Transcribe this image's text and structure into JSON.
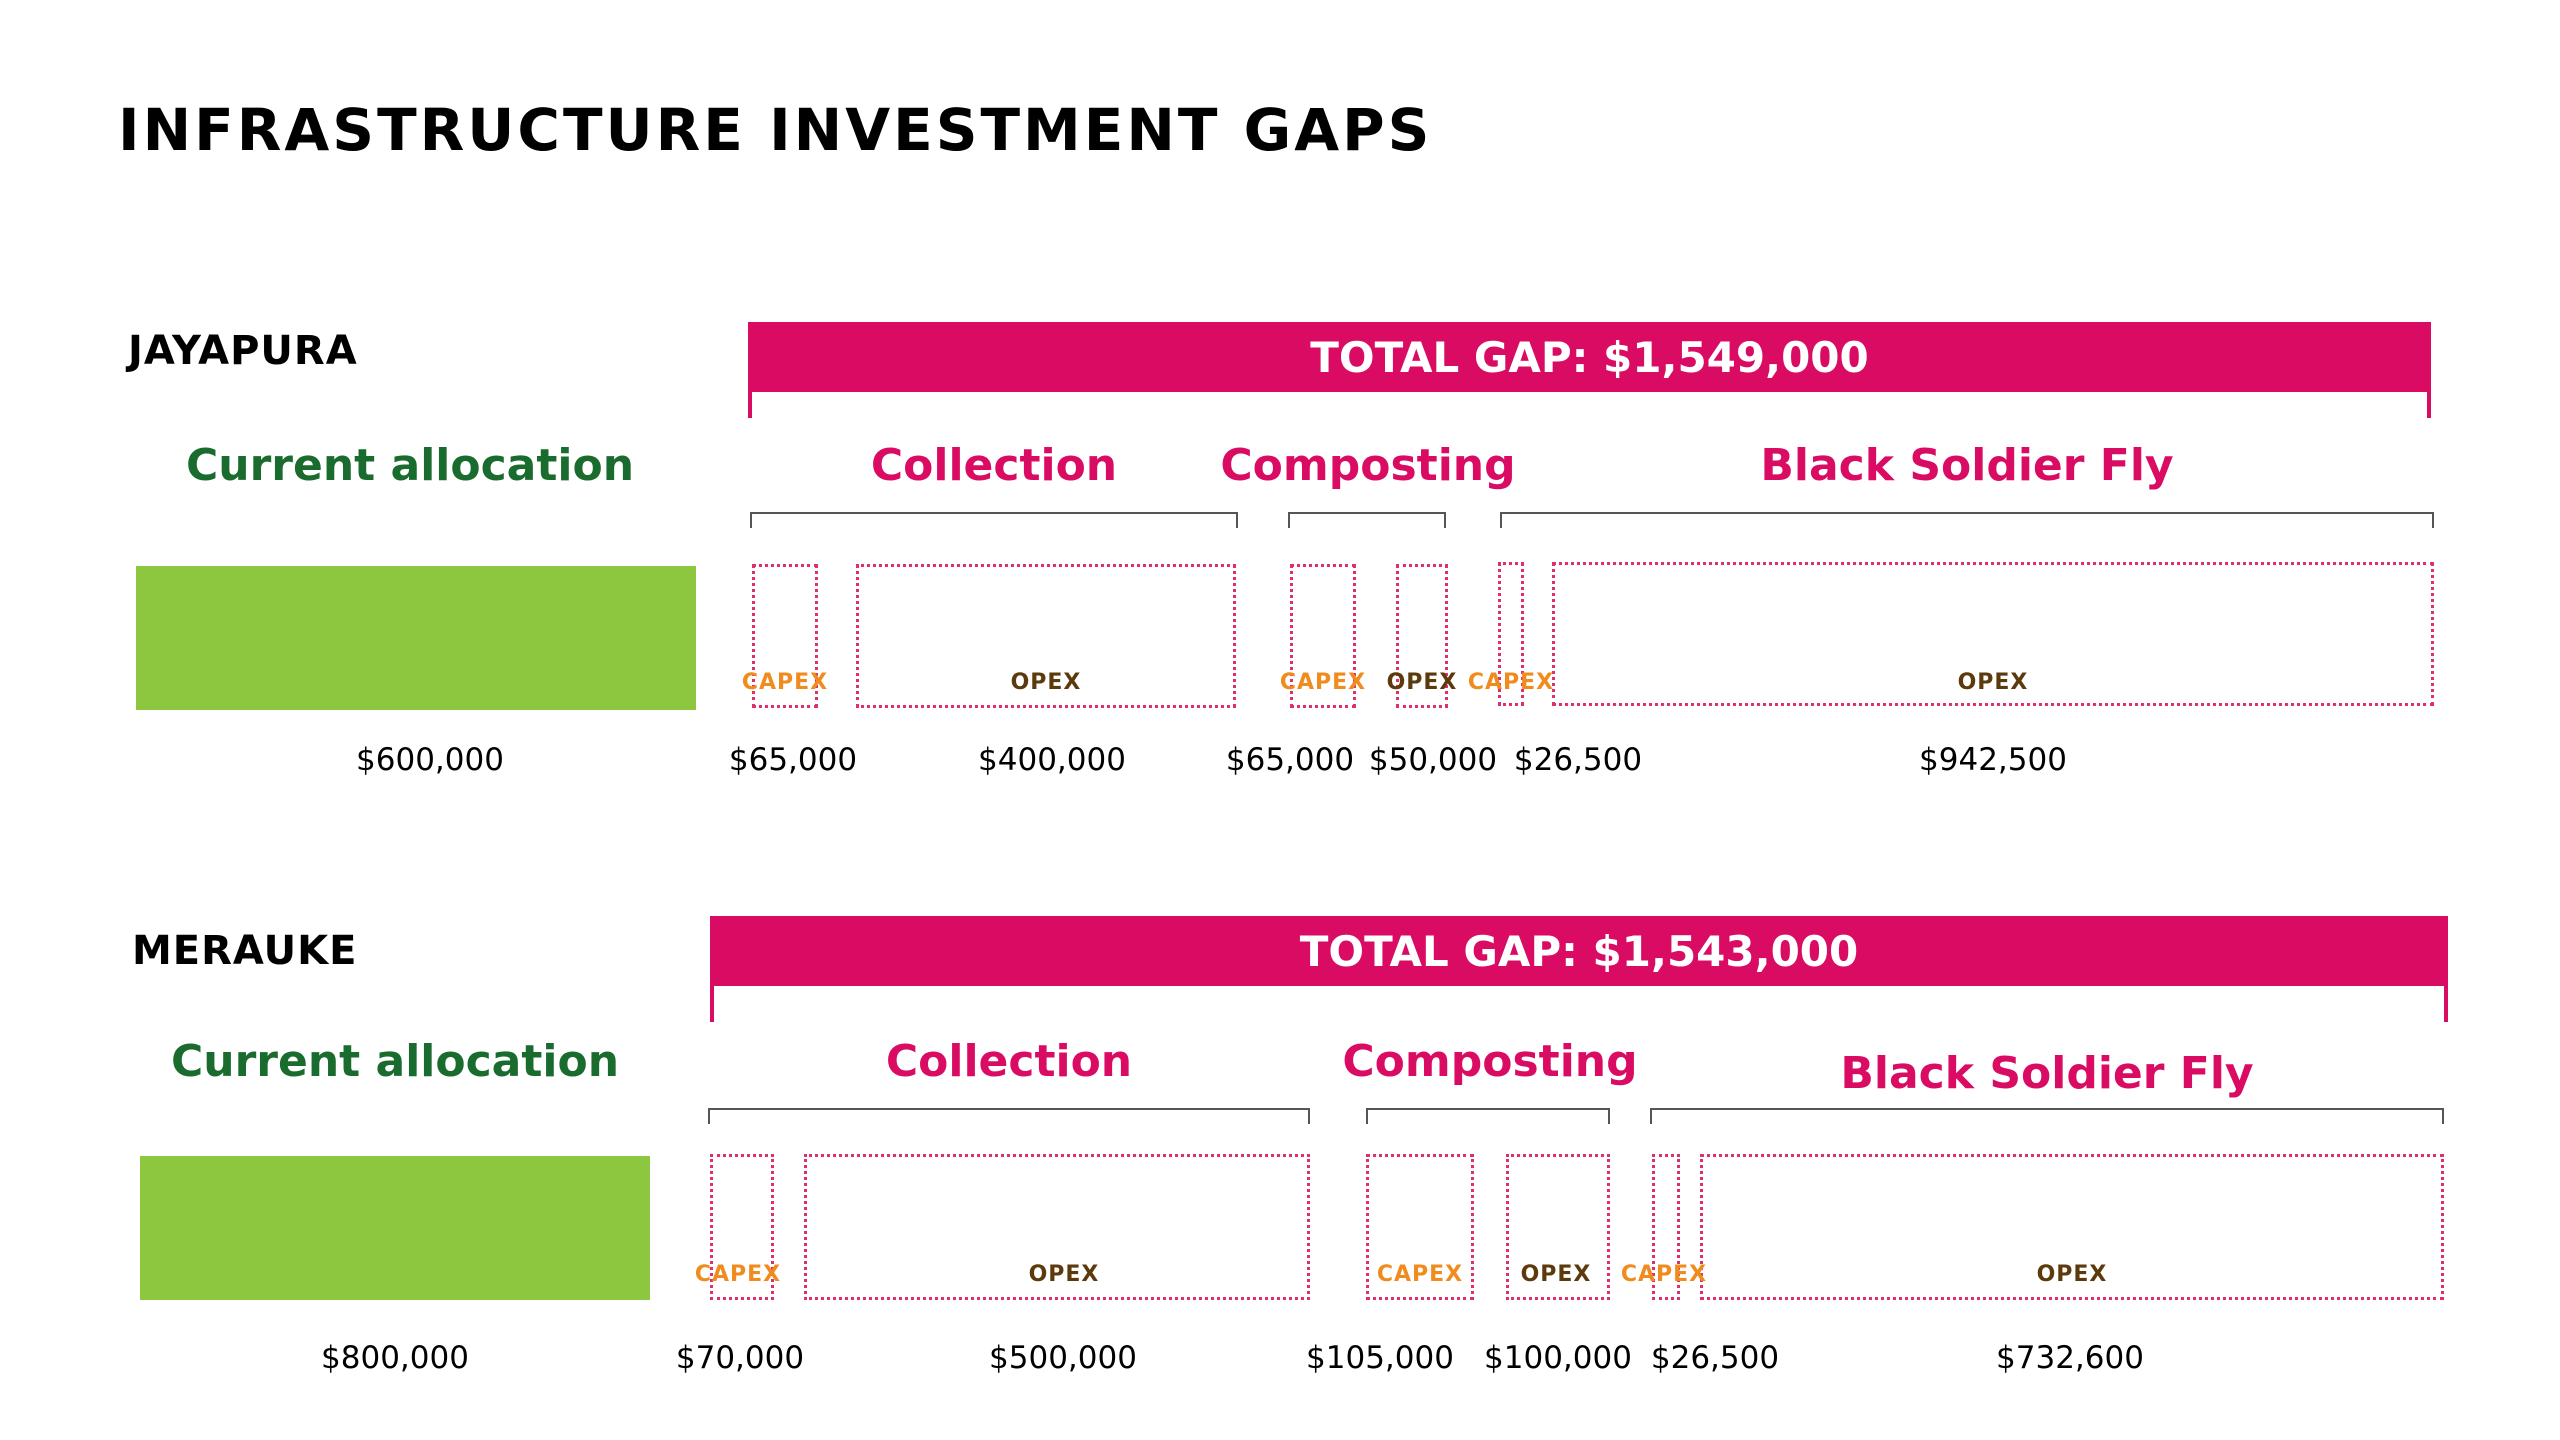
{
  "title": "INFRASTRUCTURE INVESTMENT GAPS",
  "capex_label": "CAPEX",
  "opex_label": "OPEX",
  "colors": {
    "allocation_bar": "#8dc63f",
    "allocation_text": "#1a6b2e",
    "gap_accent": "#d90b63",
    "capex_text": "#f08b1d",
    "opex_text": "#5c3a0c"
  },
  "cities": [
    {
      "name": "JAYAPURA",
      "total_gap": "TOTAL GAP: $1,549,000",
      "allocation_label": "Current allocation",
      "allocation_value": "$600,000",
      "categories": [
        "Collection",
        "Composting",
        "Black Soldier Fly"
      ],
      "values": [
        "$65,000",
        "$400,000",
        "$65,000",
        "$50,000",
        "$26,500",
        "$942,500"
      ]
    },
    {
      "name": "MERAUKE",
      "total_gap": "TOTAL GAP: $1,543,000",
      "allocation_label": "Current allocation",
      "allocation_value": "$800,000",
      "categories": [
        "Collection",
        "Composting",
        "Black Soldier Fly"
      ],
      "values": [
        "$70,000",
        "$500,000",
        "$105,000",
        "$100,000",
        "$26,500",
        "$732,600"
      ]
    }
  ]
}
